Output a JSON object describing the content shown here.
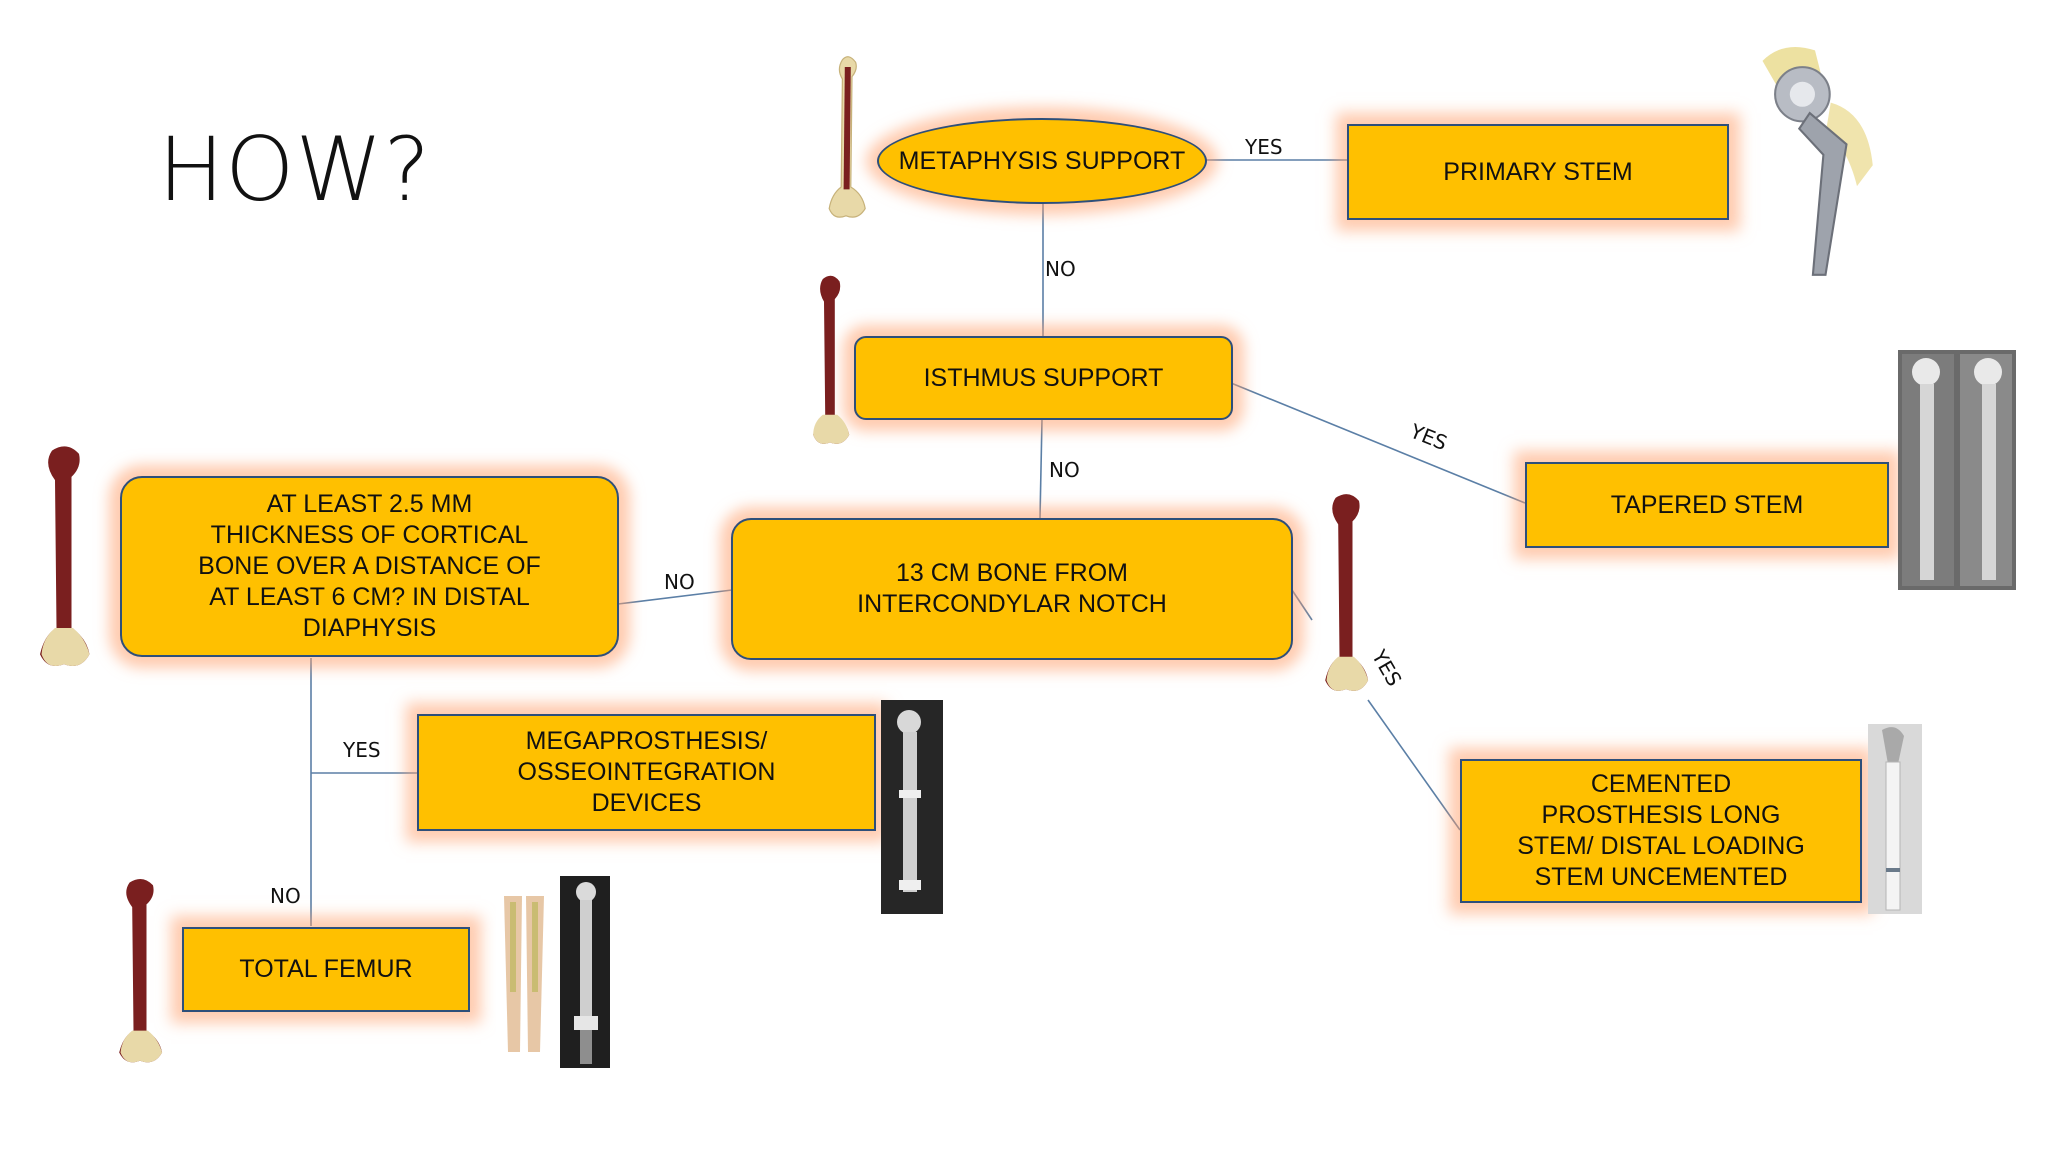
{
  "slide": {
    "title": "HOW?"
  },
  "nodes": {
    "metaphysis": "METAPHYSIS SUPPORT",
    "primary_stem": "PRIMARY STEM",
    "isthmus": "ISTHMUS SUPPORT",
    "tapered_stem": "TAPERED STEM",
    "intercondylar": "13 CM BONE FROM\nINTERCONDYLAR NOTCH",
    "cortical": "AT LEAST 2.5 MM\nTHICKNESS OF CORTICAL\nBONE OVER A DISTANCE OF\nAT LEAST 6 CM? IN DISTAL\nDIAPHYSIS",
    "cemented": "CEMENTED\nPROSTHESIS LONG\nSTEM/ DISTAL LOADING\nSTEM UNCEMENTED",
    "megaprosthesis": "MEGAPROSTHESIS/\nOSSEOINTEGRATION\nDEVICES",
    "total_femur": "TOTAL FEMUR"
  },
  "edges": {
    "metaphysis_primary": "YES",
    "metaphysis_isthmus": "NO",
    "isthmus_tapered": "YES",
    "isthmus_intercondylar": "NO",
    "intercondylar_cortical": "NO",
    "intercondylar_cemented": "YES",
    "cortical_mega": "YES",
    "cortical_total": "NO"
  },
  "colors": {
    "box_fill": "#FFC000",
    "box_border": "#2E4F7A",
    "glow": "#FFA06E",
    "connector": "#5B7FA6",
    "bone": "#7A1F1F"
  },
  "icons": {
    "femur": "femur-bone-icon",
    "hip_implant": "hip-implant-image",
    "xray": "xray-image",
    "leg_model": "leg-model-image"
  }
}
